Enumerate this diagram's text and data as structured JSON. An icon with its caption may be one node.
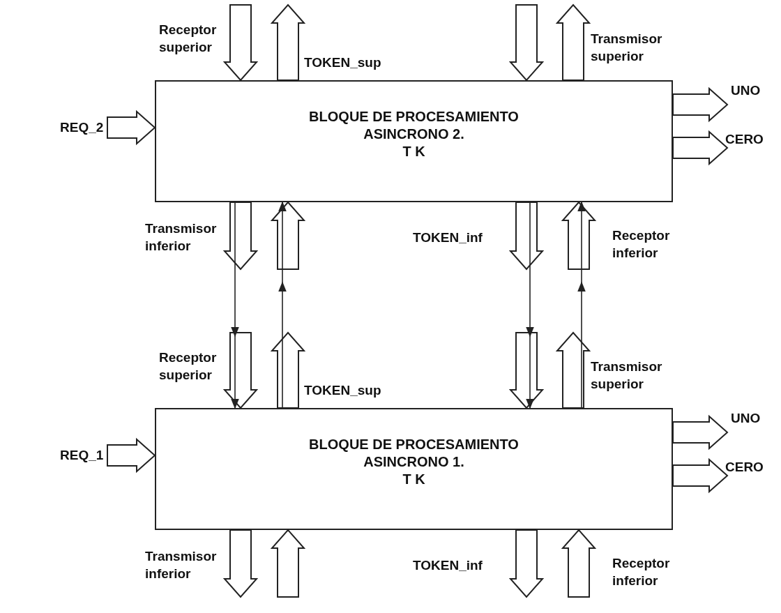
{
  "diagram": {
    "nodes": [
      {
        "text": [
          "BLOQUE DE PROCESAMIENTO ASINCRONO 2.",
          "T K"
        ]
      },
      {
        "text": [
          "BLOQUE DE PROCESAMIENTO ASINCRONO 1.",
          "T K"
        ]
      }
    ],
    "edges": [
      {
        "from": null,
        "to": 0,
        "arrow": "to",
        "style": "thick",
        "label": "Receptor superior"
      },
      {
        "from": 0,
        "to": null,
        "arrow": "to",
        "style": "thick",
        "label": "TOKEN_sup"
      },
      {
        "from": null,
        "to": 0,
        "arrow": "to",
        "style": "thick"
      },
      {
        "from": 0,
        "to": null,
        "arrow": "to",
        "style": "thick",
        "label": "Transmisor superior"
      },
      {
        "from": null,
        "to": 0,
        "arrow": "to",
        "style": "thick",
        "label": "REQ_2"
      },
      {
        "from": 0,
        "to": null,
        "arrow": "to",
        "style": "thick",
        "label": "UNO"
      },
      {
        "from": 0,
        "to": null,
        "arrow": "to",
        "style": "thick",
        "label": "CERO"
      },
      {
        "from": 0,
        "to": null,
        "arrow": "to",
        "style": "thick",
        "label": "Transmisor inferior"
      },
      {
        "from": null,
        "to": 0,
        "arrow": "to",
        "style": "thick"
      },
      {
        "from": 0,
        "to": null,
        "arrow": "to",
        "style": "thick",
        "label": "TOKEN_inf"
      },
      {
        "from": null,
        "to": 0,
        "arrow": "to",
        "style": "thick",
        "label": "Receptor inferior"
      },
      {
        "from": 0,
        "to": 1,
        "arrow": "to"
      },
      {
        "from": 1,
        "to": 0,
        "arrow": "to"
      },
      {
        "from": 0,
        "to": 1,
        "arrow": "to"
      },
      {
        "from": 1,
        "to": 0,
        "arrow": "to"
      },
      {
        "from": null,
        "to": 1,
        "arrow": "to",
        "style": "thick",
        "label": "Receptor superior"
      },
      {
        "from": 1,
        "to": null,
        "arrow": "to",
        "style": "thick",
        "label": "TOKEN_sup"
      },
      {
        "from": null,
        "to": 1,
        "arrow": "to",
        "style": "thick"
      },
      {
        "from": 1,
        "to": null,
        "arrow": "to",
        "style": "thick",
        "label": "Transmisor superior"
      },
      {
        "from": null,
        "to": 1,
        "arrow": "to",
        "style": "thick",
        "label": "REQ_1"
      },
      {
        "from": 1,
        "to": null,
        "arrow": "to",
        "style": "thick",
        "label": "UNO"
      },
      {
        "from": 1,
        "to": null,
        "arrow": "to",
        "style": "thick",
        "label": "CERO"
      },
      {
        "from": 1,
        "to": null,
        "arrow": "to",
        "style": "thick",
        "label": "Transmisor inferior"
      },
      {
        "from": null,
        "to": 1,
        "arrow": "to",
        "style": "thick"
      },
      {
        "from": 1,
        "to": null,
        "arrow": "to",
        "style": "thick",
        "label": "TOKEN_inf"
      },
      {
        "from": null,
        "to": 1,
        "arrow": "to",
        "style": "thick",
        "label": "Receptor inferior"
      }
    ]
  }
}
